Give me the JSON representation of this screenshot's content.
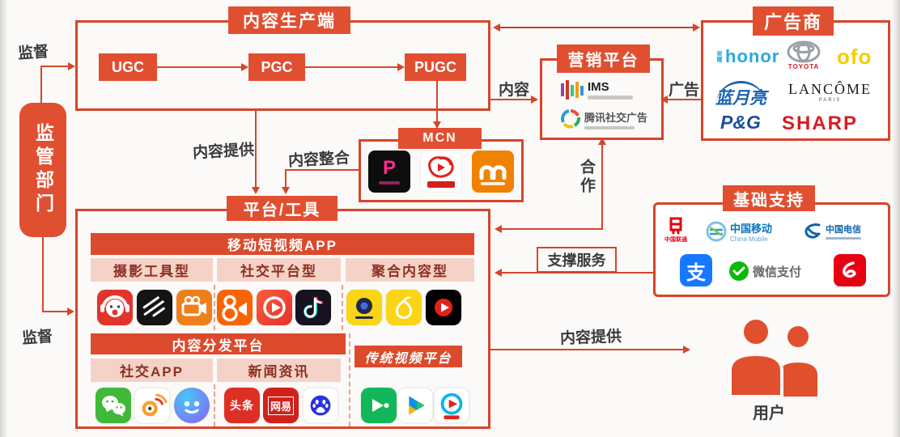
{
  "regulator": {
    "label": "监管部门"
  },
  "edges": {
    "supervise_top": "监督",
    "supervise_bottom": "监督",
    "content_provide": "内容提供",
    "content_integrate": "内容整合",
    "content": "内容",
    "ad": "广告",
    "cooperate": "合作",
    "support_service": "支撑服务",
    "content_provide_users": "内容提供"
  },
  "production": {
    "title": "内容生产端",
    "nodes": [
      "UGC",
      "PGC",
      "PUGC"
    ]
  },
  "mcn": {
    "title": "MCN"
  },
  "marketing": {
    "title": "营销平台",
    "ims_label": "IMS",
    "tencent_label": "腾讯社交广告"
  },
  "advertisers": {
    "title": "广告商",
    "honor_cn": "荣耀",
    "honor": "honor",
    "toyota": "TOYOTA",
    "ofo": "ofo",
    "bluemoon": "蓝月亮",
    "lancome": "LANCÔME",
    "lancome_sub": "PARIS",
    "pg": "P&G",
    "sharp": "SHARP"
  },
  "support": {
    "title": "基础支持",
    "unicom": "中国联通",
    "mobile_cn": "中国移动",
    "mobile_en": "China Mobile",
    "telecom": "中国电信",
    "alipay_glyph": "支",
    "wechat_pay": "微信支付"
  },
  "platform": {
    "title": "平台/工具",
    "mobile_banner": "移动短视频APP",
    "categories": [
      "摄影工具型",
      "社交平台型",
      "聚合内容型"
    ],
    "distribution_banner": "内容分发平台",
    "distribution_categories": [
      "社交APP",
      "新闻资讯"
    ],
    "traditional_banner": "传统视频平台",
    "icon_text": {
      "toutiao": "头条",
      "netease": "网易"
    }
  },
  "users": {
    "label": "用户"
  },
  "palette": {
    "red": "#e14f31",
    "border": "#d8442a",
    "pink": "#f5d2c7",
    "pink_text": "#8c3020"
  }
}
